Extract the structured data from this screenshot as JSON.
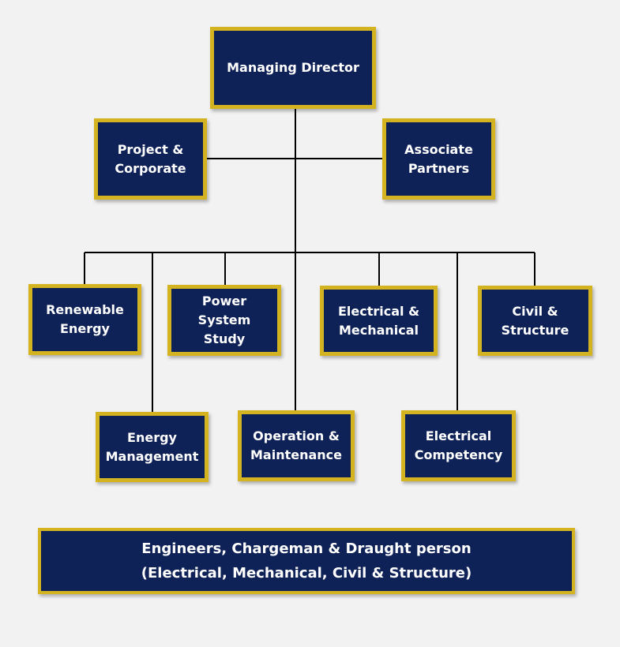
{
  "colors": {
    "background": "#f2f2f2",
    "box_fill": "#0f2257",
    "box_border": "#d4b321",
    "text": "#ffffff",
    "connector": "#000000"
  },
  "nodes": {
    "managing_director": {
      "line1": "Managing Director"
    },
    "project_corporate": {
      "line1": "Project &",
      "line2": "Corporate"
    },
    "associate_partners": {
      "line1": "Associate",
      "line2": "Partners"
    },
    "renewable_energy": {
      "line1": "Renewable",
      "line2": "Energy"
    },
    "power_system_study": {
      "line1": "Power System",
      "line2": "Study"
    },
    "electrical_mechanical": {
      "line1": "Electrical &",
      "line2": "Mechanical"
    },
    "civil_structure": {
      "line1": "Civil &",
      "line2": "Structure"
    },
    "energy_management": {
      "line1": "Energy",
      "line2": "Management"
    },
    "operation_maintenance": {
      "line1": "Operation &",
      "line2": "Maintenance"
    },
    "electrical_competency": {
      "line1": "Electrical",
      "line2": "Competency"
    }
  },
  "footer": {
    "line1": "Engineers, Chargeman & Draught person",
    "line2": "(Electrical, Mechanical, Civil & Structure)"
  }
}
